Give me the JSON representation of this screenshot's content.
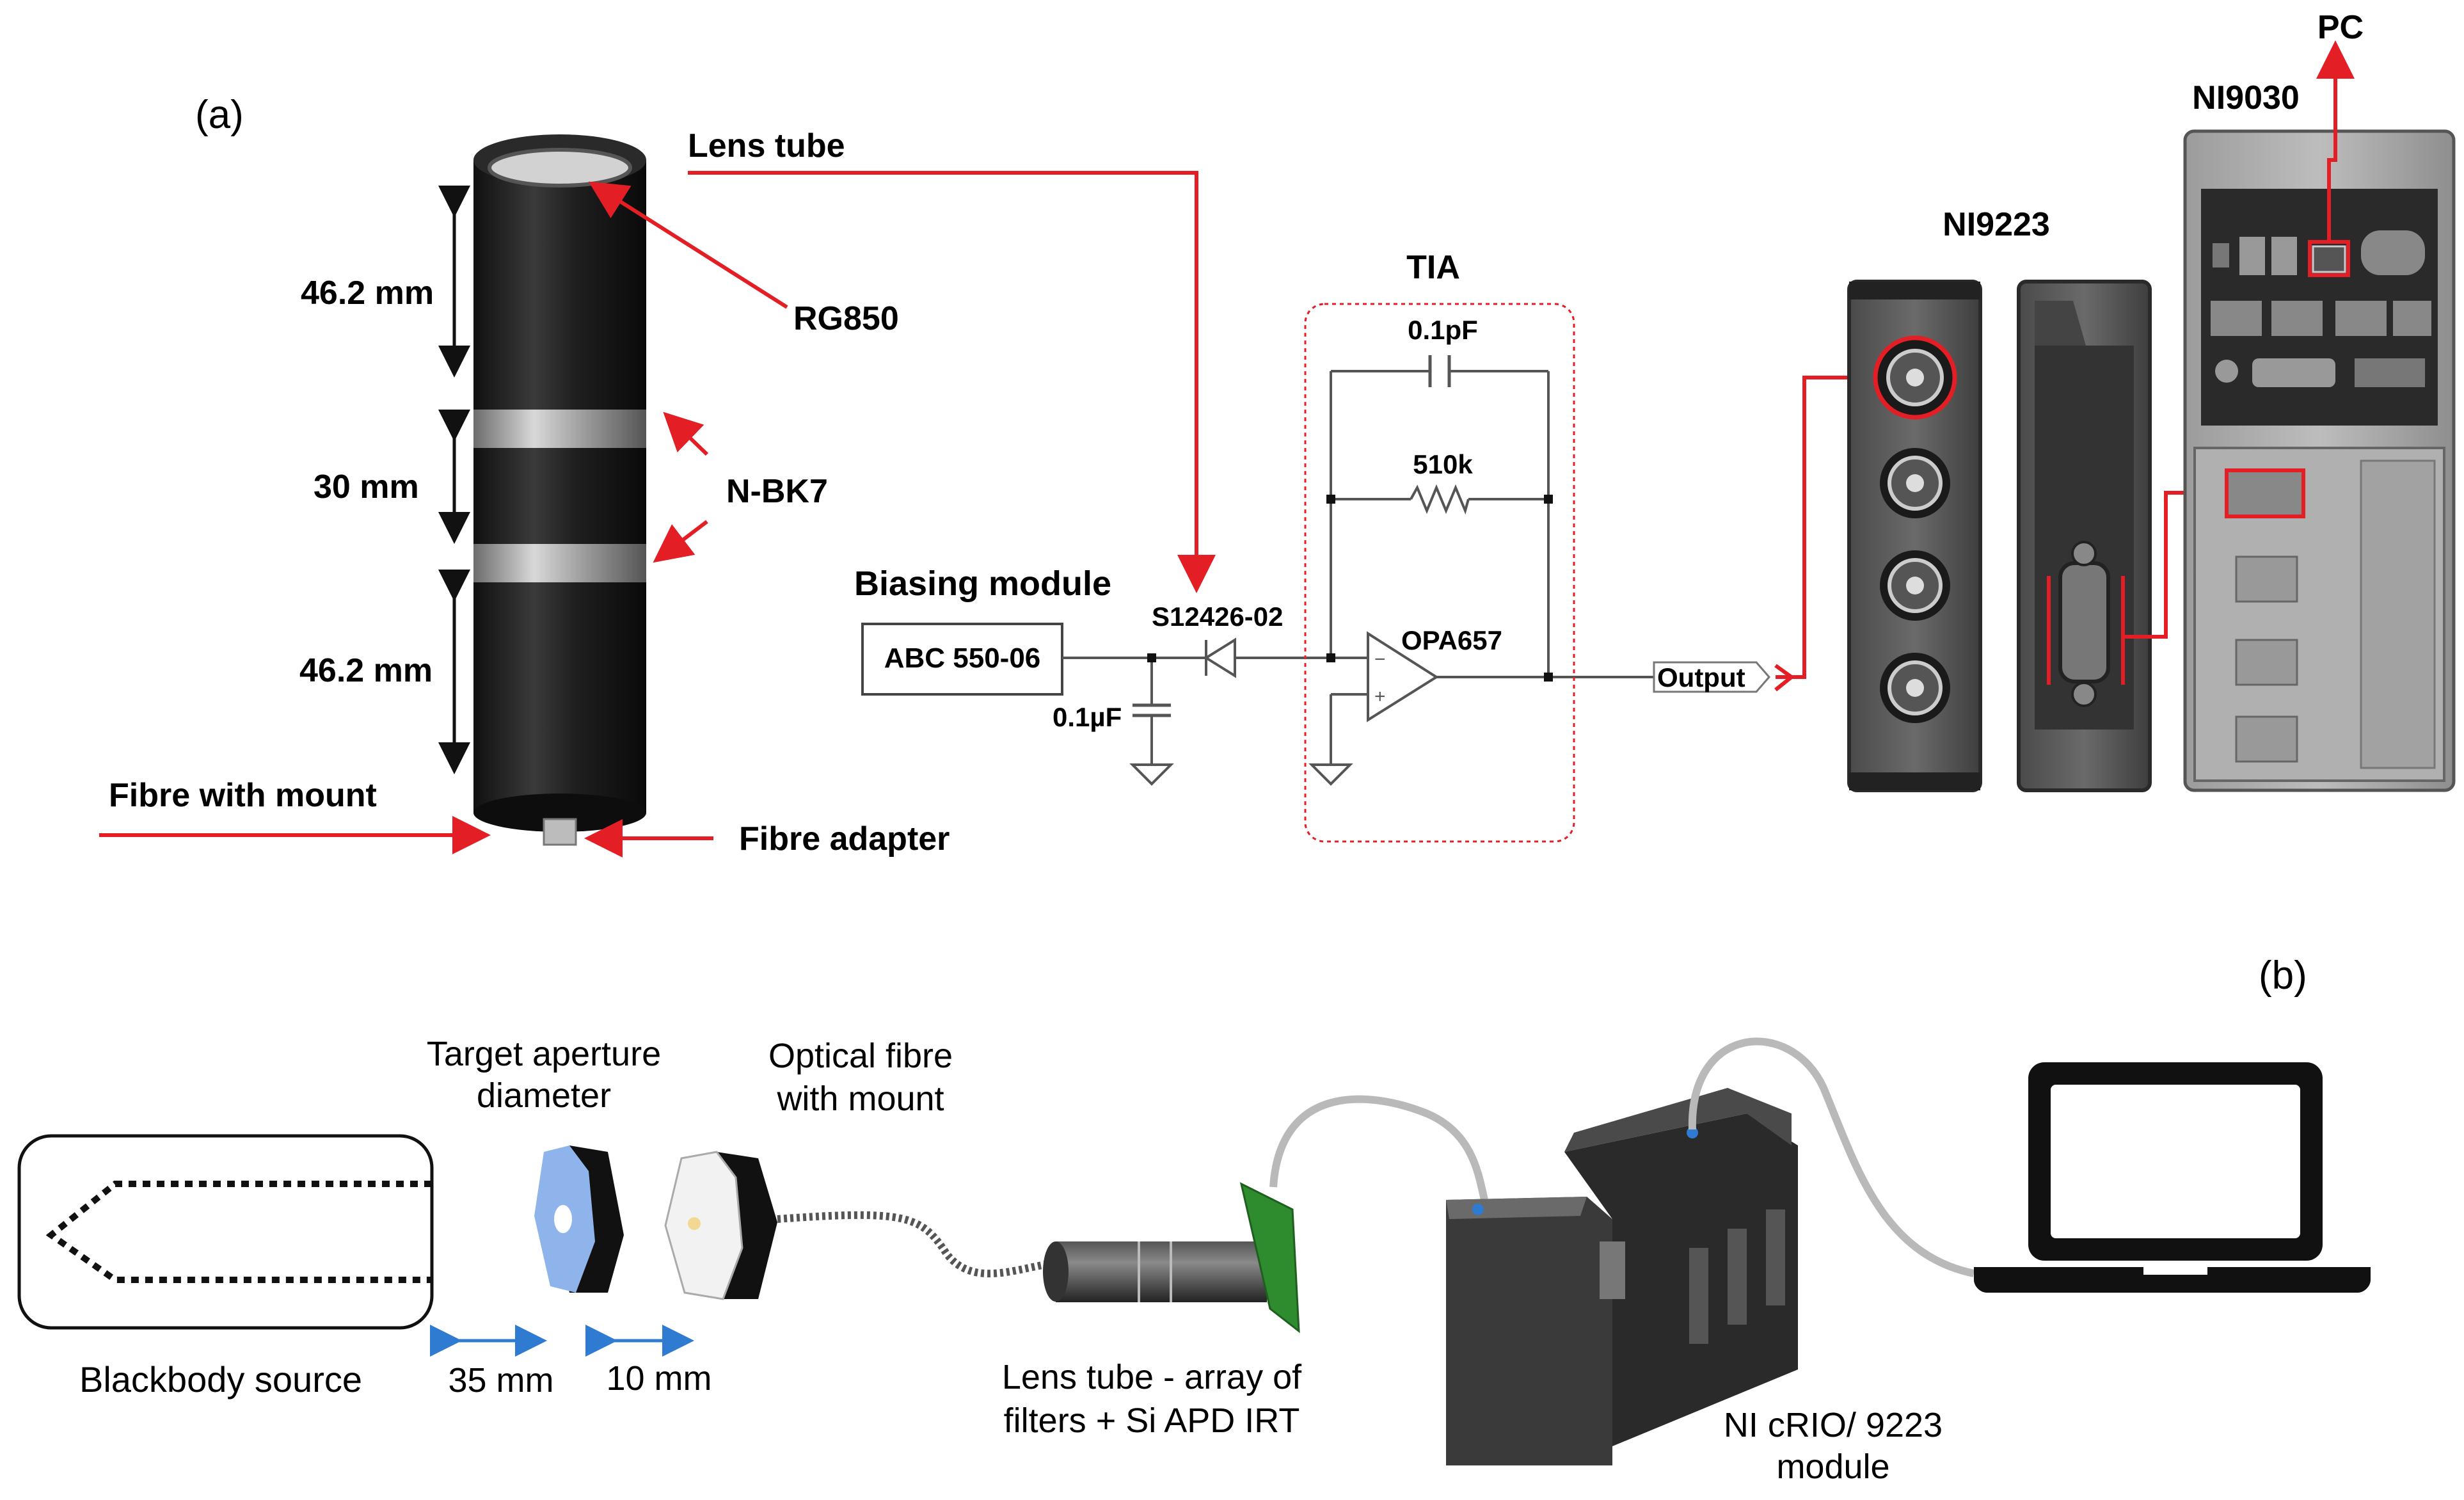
{
  "panel_a": {
    "label": "(a)",
    "lens_tube_label": "Lens tube",
    "filter_rg850_label": "RG850",
    "filter_nbk7_label": "N-BK7",
    "dim_top": "46.2 mm",
    "dim_middle": "30 mm",
    "dim_bottom": "46.2 mm",
    "fibre_mount_label": "Fibre with mount",
    "fibre_adapter_label": "Fibre adapter",
    "biasing_module_label": "Biasing module",
    "biasing_module_part": "ABC 550-06",
    "cap_bias_value": "0.1µF",
    "photodiode_label": "S12426-02",
    "tia_label": "TIA",
    "feedback_cap_value": "0.1pF",
    "feedback_res_value": "510k",
    "opamp_label": "OPA657",
    "output_label": "Output",
    "ni9223_label": "NI9223",
    "ni9030_label": "NI9030",
    "pc_label": "PC"
  },
  "panel_b": {
    "label": "(b)",
    "blackbody_label": "Blackbody source",
    "aperture_label_line1": "Target aperture",
    "aperture_label_line2": "diameter",
    "fibre_label_line1": "Optical fibre",
    "fibre_label_line2": "with mount",
    "distance_35": "35 mm",
    "distance_10": "10 mm",
    "lens_tube_line1": "Lens tube - array of",
    "lens_tube_line2": "filters + Si APD IRT",
    "crio_line1": "NI cRIO/ 9223",
    "crio_line2": "module"
  },
  "colors": {
    "annotation_red": "#e31e24",
    "tube_black": "#1c1c1c",
    "band_silver": "#a8a8a8",
    "aperture_blue": "#8fb4ec",
    "arrow_blue": "#2e7bd1",
    "pcb_green": "#2e8b2e",
    "cable_grey": "#b9b9b9",
    "module_grey": "#5a5a5a"
  },
  "icons": {
    "laptop": "laptop-icon",
    "bnc": "bnc-connector-icon",
    "dsub": "dsub-port-icon",
    "ground": "ground-symbol-icon"
  }
}
